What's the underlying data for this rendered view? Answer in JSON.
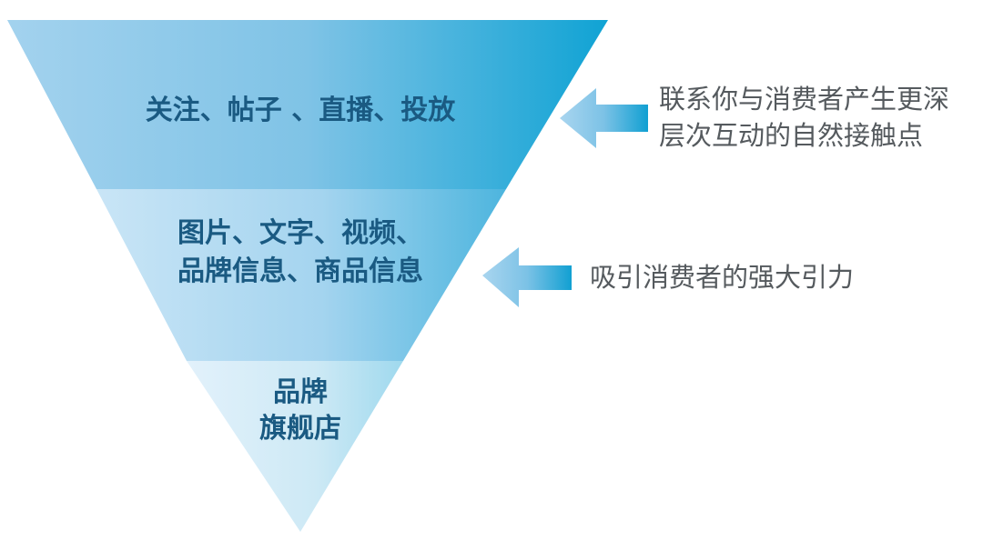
{
  "funnel": {
    "tiers": [
      {
        "lines": [
          "关注、帖子 、直播、投放"
        ]
      },
      {
        "lines": [
          "图片、文字、视频、",
          "品牌信息、商品信息"
        ]
      },
      {
        "lines": [
          "品牌",
          "旗舰店"
        ]
      }
    ]
  },
  "annotations": [
    {
      "icon": "arrow-left-icon",
      "lines": [
        "联系你与消费者产生更深",
        "层次互动的自然接触点"
      ]
    },
    {
      "icon": "arrow-left-icon",
      "lines": [
        "吸引消费者的强大引力"
      ]
    }
  ],
  "colors": {
    "top_left": "#9fd0ec",
    "top_right": "#13a4d5",
    "mid_left": "#c4e2f4",
    "mid_right": "#54b8df",
    "bottom_left": "#deeffa",
    "bottom_right": "#a8dcef",
    "label_text": "#1a5a82",
    "desc_text": "#555a5e"
  }
}
